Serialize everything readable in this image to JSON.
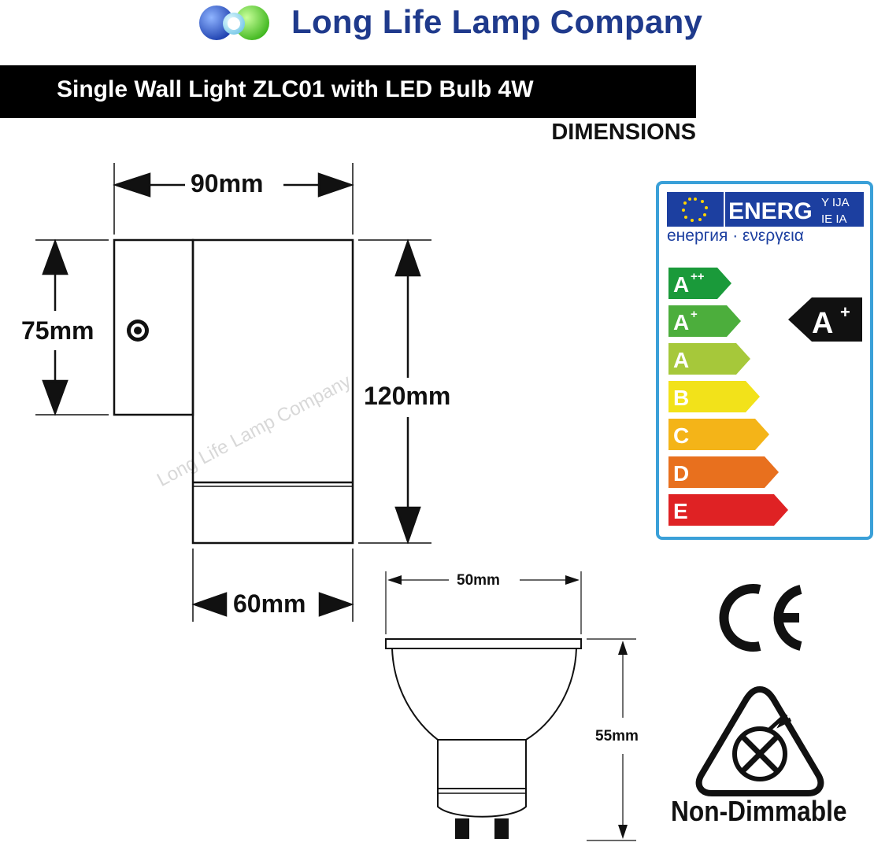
{
  "header": {
    "brand_name": "Long Life Lamp Company",
    "logo_icon": "three-overlapping-circles-logo",
    "brand_color": "#1f3a8c"
  },
  "title": "Single Wall Light ZLC01 with LED Bulb 4W",
  "subheading": "DIMENSIONS",
  "watermark": "Long Life Lamp Company",
  "light_fitting": {
    "width": "90mm",
    "back_height": "75mm",
    "body_height": "120mm",
    "body_width": "60mm"
  },
  "bulb": {
    "width": "50mm",
    "height": "55mm"
  },
  "energy_label": {
    "header_text": "ENERG",
    "header_suffix_top": "Y IJA",
    "header_suffix_bottom": "IE IA",
    "subtitle": "енергия · ενεργεια",
    "classes": [
      {
        "label": "A",
        "sup": "++",
        "color": "#1a9a3a"
      },
      {
        "label": "A",
        "sup": "+",
        "color": "#4cae3c"
      },
      {
        "label": "A",
        "sup": "",
        "color": "#a6c83a"
      },
      {
        "label": "B",
        "sup": "",
        "color": "#f2e21a"
      },
      {
        "label": "C",
        "sup": "",
        "color": "#f4b418"
      },
      {
        "label": "D",
        "sup": "",
        "color": "#e8701e"
      },
      {
        "label": "E",
        "sup": "",
        "color": "#df2224"
      }
    ],
    "rating": "A",
    "rating_sup": "+",
    "frame_color": "#3aa0d8"
  },
  "ce_mark": "CE",
  "dimmable_label": "Non-Dimmable",
  "dimmable_icon": "non-dimmable-icon"
}
